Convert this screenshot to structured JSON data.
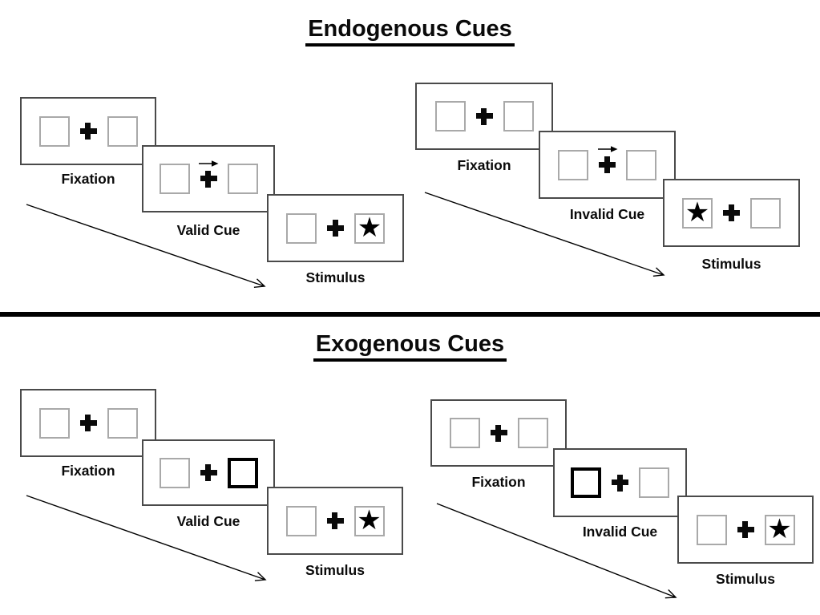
{
  "diagram": {
    "background": "#ffffff",
    "divider_color": "#000000",
    "sections": [
      {
        "title": "Endogenous Cues",
        "groups": [
          {
            "type": "valid",
            "labels": {
              "fixation": "Fixation",
              "cue": "Valid Cue",
              "stimulus": "Stimulus"
            },
            "cue_arrow_direction": "right",
            "star_side": "right"
          },
          {
            "type": "invalid",
            "labels": {
              "fixation": "Fixation",
              "cue": "Invalid Cue",
              "stimulus": "Stimulus"
            },
            "cue_arrow_direction": "right",
            "star_side": "left"
          }
        ]
      },
      {
        "title": "Exogenous Cues",
        "groups": [
          {
            "type": "valid",
            "labels": {
              "fixation": "Fixation",
              "cue": "Valid Cue",
              "stimulus": "Stimulus"
            },
            "cue_highlight_side": "right",
            "star_side": "right"
          },
          {
            "type": "invalid",
            "labels": {
              "fixation": "Fixation",
              "cue": "Invalid Cue",
              "stimulus": "Stimulus"
            },
            "cue_highlight_side": "left",
            "star_side": "right"
          }
        ]
      }
    ],
    "glyphs": {
      "star": "★"
    },
    "colors": {
      "ink": "#000000",
      "panel_border": "#4a4a4a",
      "square_border": "#a9a9a9",
      "highlight_border": "#000000"
    }
  }
}
